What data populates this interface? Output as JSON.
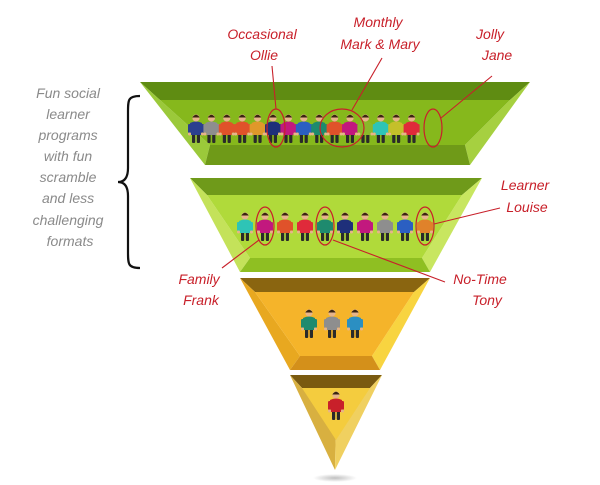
{
  "diagram": {
    "type": "funnel",
    "side_note": [
      "Fun social",
      "learner",
      "programs",
      "with fun",
      "scramble",
      "and less",
      "challenging",
      "formats"
    ],
    "personas": {
      "occasional_ollie": [
        "Occasional",
        "Ollie"
      ],
      "monthly_mark_mary": [
        "Monthly",
        "Mark & Mary"
      ],
      "jolly_jane": [
        "Jolly",
        "Jane"
      ],
      "learner_louise": [
        "Learner",
        "Louise"
      ],
      "family_frank": [
        "Family",
        "Frank"
      ],
      "no_time_tony": [
        "No-Time",
        "Tony"
      ]
    },
    "tiers": [
      {
        "name": "tier-1",
        "people": [
          "#2b3f8f",
          "#8e8e8e",
          "#e0522a",
          "#e0522a",
          "#e0982a",
          "#1e2f7a",
          "#c2187e",
          "#2b5fc2",
          "#1e8a6e",
          "#e0522a",
          "#c2187e",
          "#8ab82a",
          "#2ec4b6",
          "#c4c02a",
          "#e02a3a"
        ]
      },
      {
        "name": "tier-2",
        "people": [
          "#2ec4b6",
          "#c2187e",
          "#e0522a",
          "#e02a3a",
          "#1e8a6e",
          "#1e2f7a",
          "#c2187e",
          "#8e8e8e",
          "#2b5fc2",
          "#e0822a"
        ]
      },
      {
        "name": "tier-3",
        "people": [
          "#1e8a6e",
          "#8e8e8e",
          "#2b8fc2"
        ]
      },
      {
        "name": "tier-4",
        "people": [
          "#c8202a"
        ]
      }
    ],
    "colors": {
      "tier1_front": "#86b81c",
      "tier1_top": "#5e8a12",
      "tier2_front": "#b0da3a",
      "tier2_top": "#6f9a1a",
      "tier3_front": "#f5c020",
      "tier3_top": "#8a6510",
      "tier4_front": "#f4d050",
      "tier4_top": "#7a5a10",
      "annotation": "#c8202a"
    }
  }
}
